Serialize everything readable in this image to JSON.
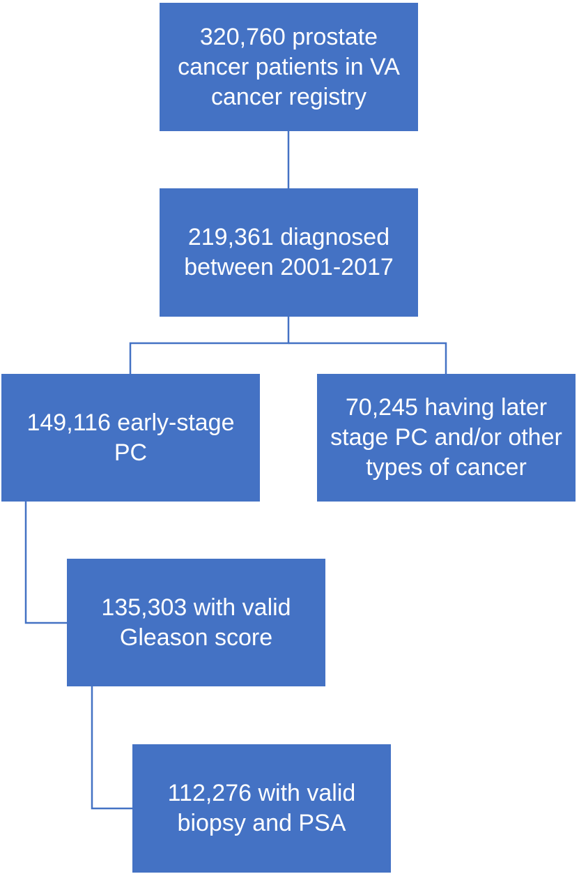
{
  "flowchart": {
    "boxes": [
      {
        "id": "registry",
        "text": "320,760 prostate cancer patients in VA cancer registry"
      },
      {
        "id": "diagnosed",
        "text": "219,361 diagnosed between 2001-2017"
      },
      {
        "id": "early_stage",
        "text": "149,116 early-stage PC"
      },
      {
        "id": "later_stage",
        "text": "70,245 having later stage PC and/or other types of cancer"
      },
      {
        "id": "gleason",
        "text": "135,303 with valid Gleason score"
      },
      {
        "id": "biopsy_psa",
        "text": "112,276 with valid biopsy and PSA"
      }
    ],
    "colors": {
      "box_fill": "#4472c4",
      "box_text": "#ffffff",
      "connector": "#4472c4"
    }
  }
}
